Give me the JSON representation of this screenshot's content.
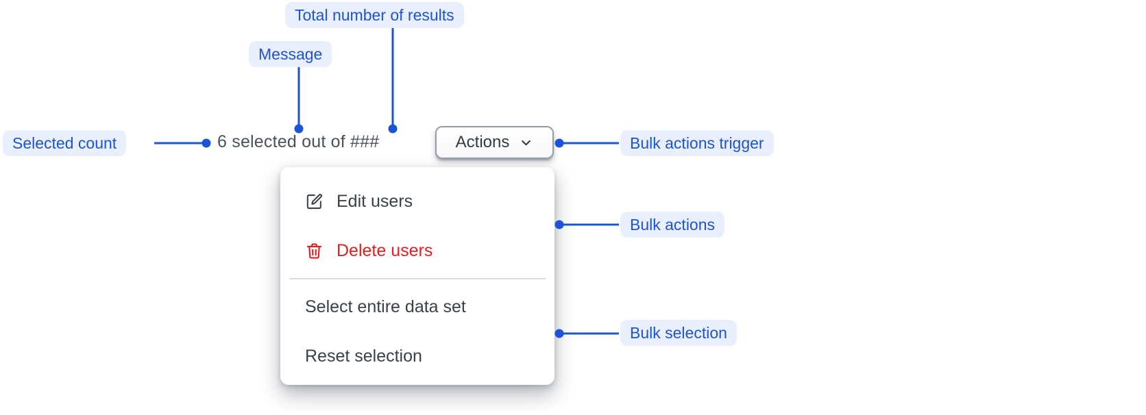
{
  "colors": {
    "annotation_text": "#1b55d6",
    "annotation_background": "#e9effd",
    "danger": "#e01f1f",
    "menu_text": "#3a4049",
    "message_text": "#4b515c"
  },
  "annotations": {
    "total_results": "Total number of results",
    "message": "Message",
    "selected_count": "Selected count",
    "bulk_actions_trigger": "Bulk actions trigger",
    "bulk_actions": "Bulk actions",
    "bulk_selection": "Bulk selection"
  },
  "component": {
    "selection_message": "6 selected out of ###",
    "trigger_button": {
      "label": "Actions",
      "icon": "chevron-down-icon"
    },
    "menu": {
      "actions": [
        {
          "label": "Edit users",
          "icon": "edit-icon",
          "variant": "default"
        },
        {
          "label": "Delete users",
          "icon": "trash-icon",
          "variant": "danger"
        }
      ],
      "selection_items": [
        {
          "label": "Select entire data set"
        },
        {
          "label": "Reset selection"
        }
      ]
    }
  }
}
